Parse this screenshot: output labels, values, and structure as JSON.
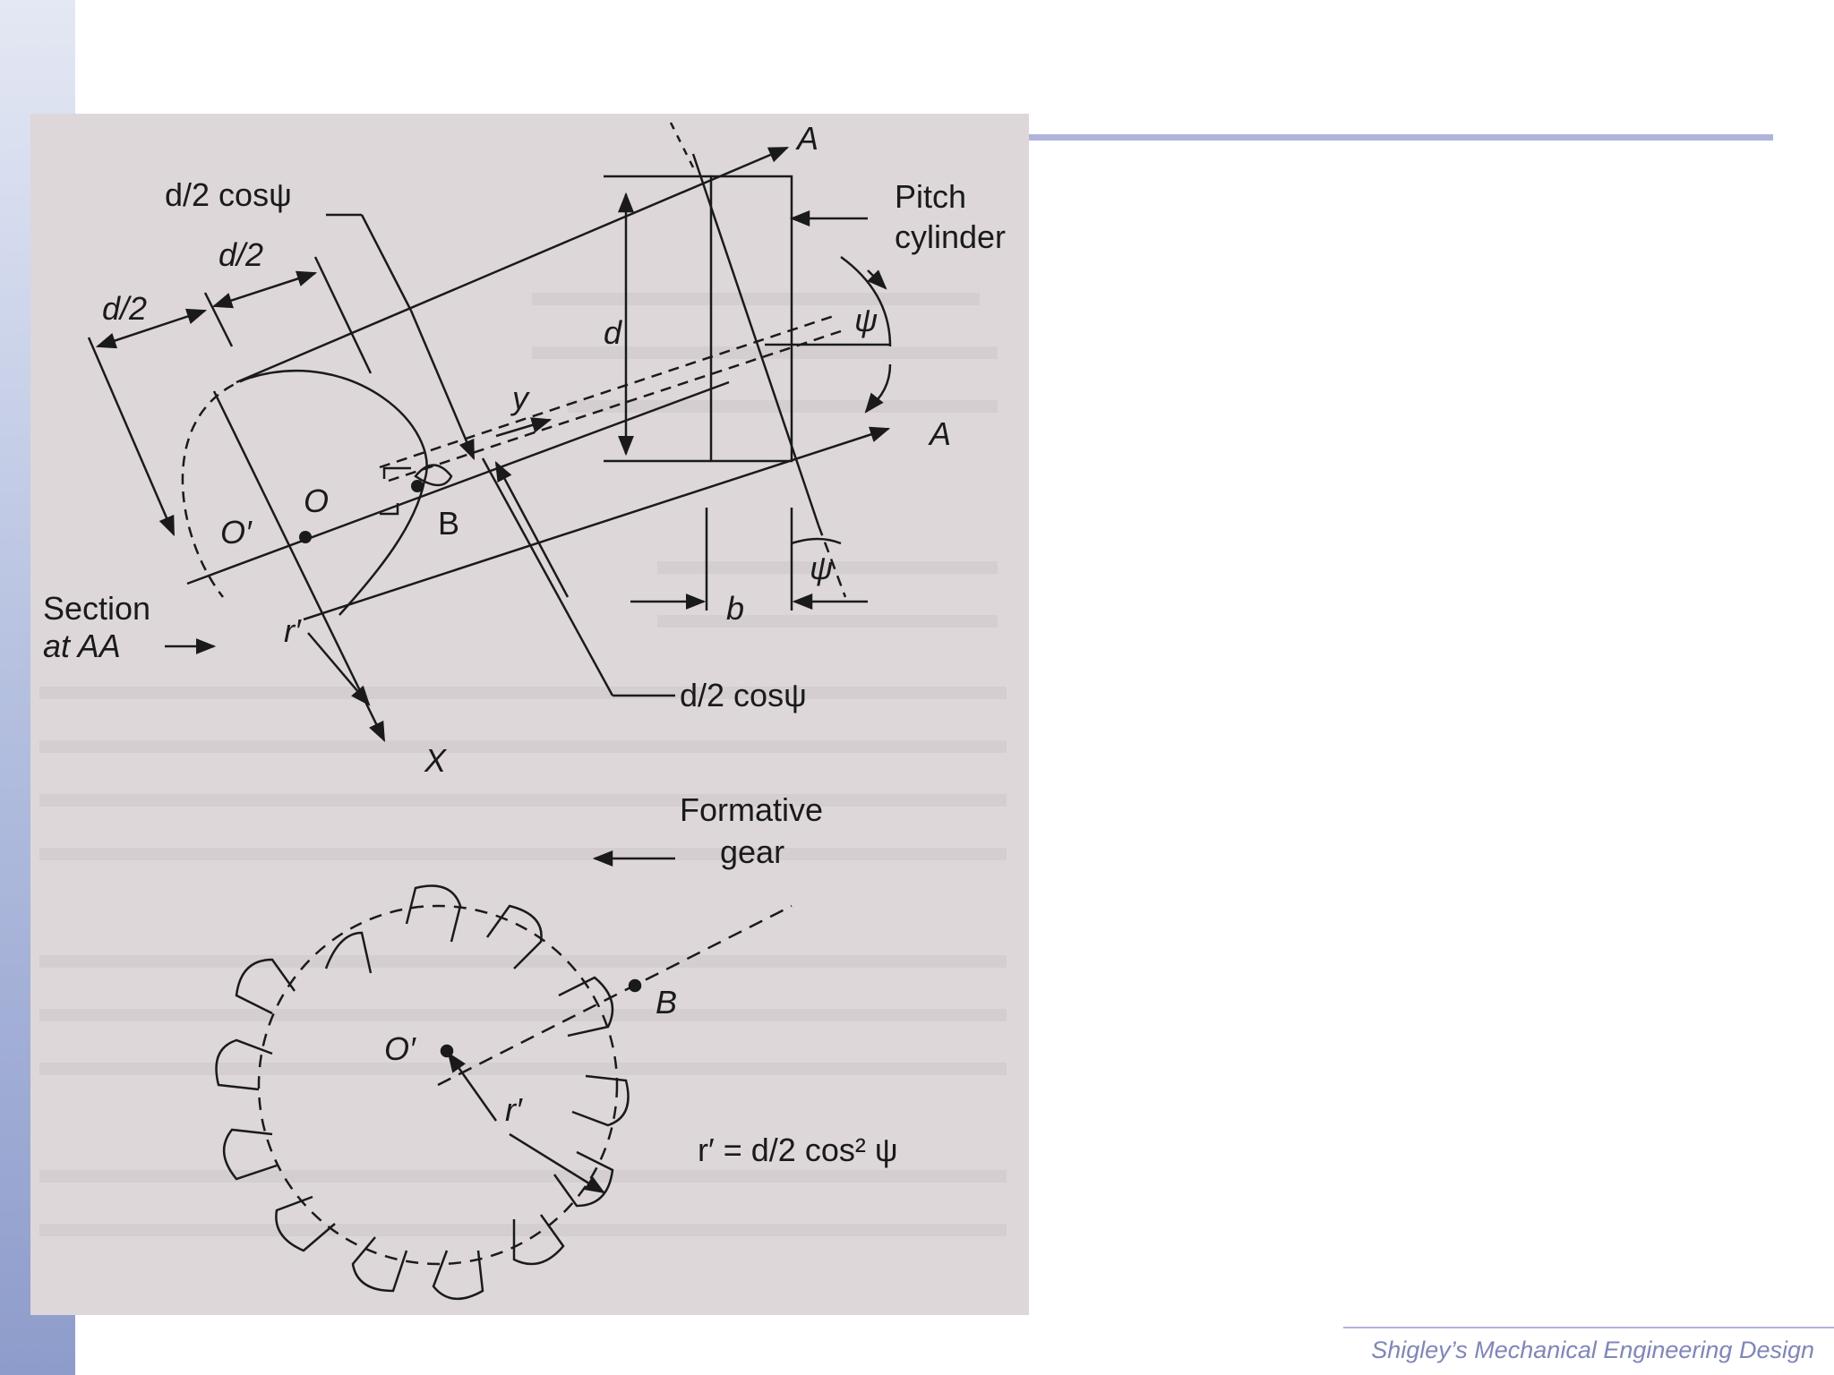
{
  "diagram": {
    "labels": {
      "d2cos_top": "d/2 cosψ",
      "d2_a": "d/2",
      "d2_b": "d/2",
      "a_top": "A",
      "a_mid": "A",
      "pitch": "Pitch",
      "cylinder": "cylinder",
      "d": "d",
      "psi_top": "ψ",
      "psi_bottom": "ψ",
      "y": "y",
      "o": "O",
      "o_prime": "O′",
      "b": "B",
      "b_width": "b",
      "section": "Section",
      "at_aa": "at AA",
      "r_prime": "r′",
      "d2cos_bottom": "d/2 cosψ",
      "x": "X",
      "formative": "Formative",
      "gear": "gear",
      "gear_b": "B",
      "gear_o_prime": "O′",
      "gear_r_prime": "r′",
      "formula": "r′ = d/2 cos² ψ"
    }
  },
  "footer": {
    "text": "Shigley’s Mechanical Engineering Design"
  },
  "colors": {
    "band": "#8e9ccb",
    "rule": "#b0b4d9",
    "figure_bg": "#ddd7da",
    "ink": "#1a1a1a",
    "footer_text": "#7f86b8"
  }
}
